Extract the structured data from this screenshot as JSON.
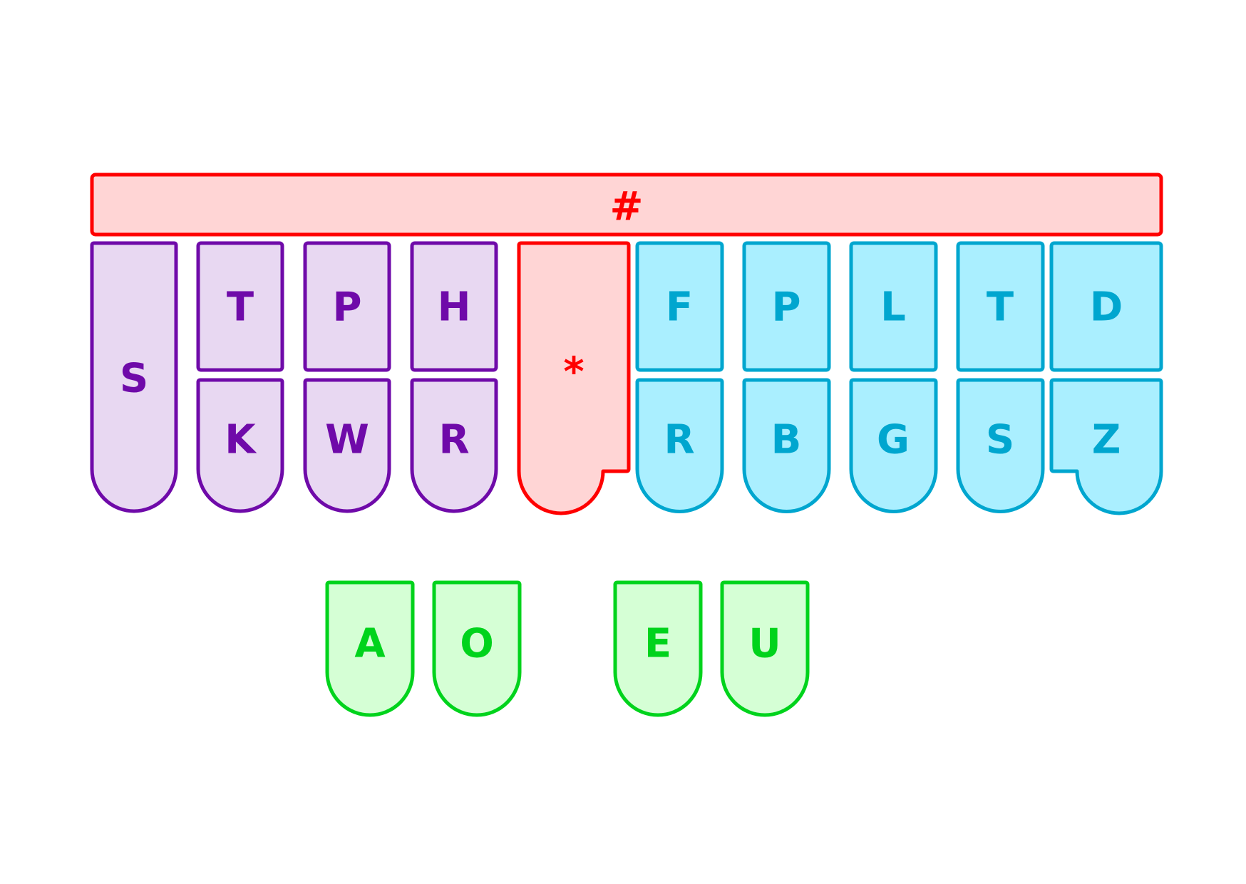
{
  "colors": {
    "left": {
      "stroke": "#6f0aa9",
      "fill": "#e8d8f2"
    },
    "star": {
      "stroke": "#ff0000",
      "fill": "#ffd5d5"
    },
    "right": {
      "stroke": "#00a6cf",
      "fill": "#aaefff"
    },
    "vowel": {
      "stroke": "#00d31c",
      "fill": "#d5ffd5"
    }
  },
  "number_bar": {
    "label": "#"
  },
  "left_bank": {
    "initial_s": "S",
    "top_row": [
      "T",
      "P",
      "H"
    ],
    "bottom_row": [
      "K",
      "W",
      "R"
    ]
  },
  "asterisk": {
    "label": "*"
  },
  "right_bank": {
    "top_row": [
      "F",
      "P",
      "L",
      "T",
      "D"
    ],
    "bottom_row": [
      "R",
      "B",
      "G",
      "S",
      "Z"
    ]
  },
  "vowels": [
    "A",
    "O",
    "E",
    "U"
  ]
}
